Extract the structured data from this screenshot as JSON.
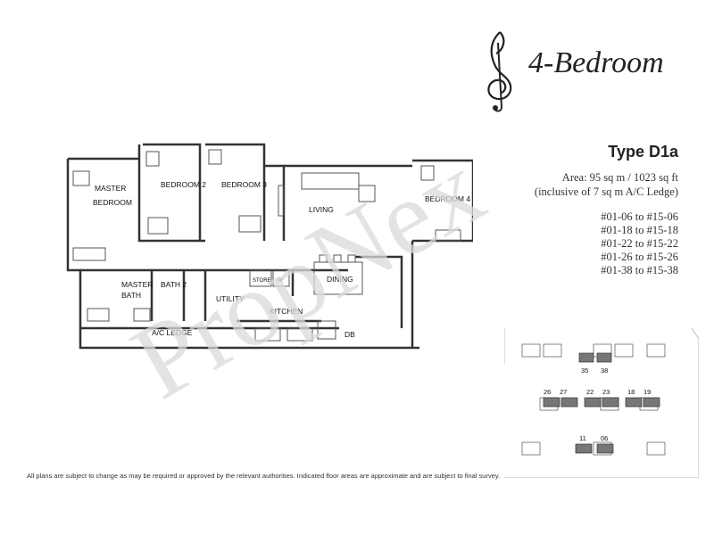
{
  "header": {
    "title": "4-Bedroom",
    "type_label": "Type D1a",
    "area_line1": "Area: 95 sq m / 1023 sq ft",
    "area_line2": "(inclusive of 7 sq m A/C Ledge)"
  },
  "units": [
    "#01-06 to #15-06",
    "#01-18 to #15-18",
    "#01-22 to #15-22",
    "#01-26 to #15-26",
    "#01-38 to #15-38"
  ],
  "rooms": {
    "master_bedroom_1": "MASTER",
    "master_bedroom_2": "BEDROOM",
    "bedroom2": "BEDROOM 2",
    "bedroom3": "BEDROOM 3",
    "living": "LIVING",
    "bedroom4": "BEDROOM 4",
    "master_bath_1": "MASTER",
    "master_bath_2": "BATH",
    "bath2": "BATH 2",
    "utility": "UTILITY",
    "store": "STORE",
    "w": "W",
    "dining": "DINING",
    "kitchen": "KITCHEN",
    "ac_ledge": "A/C LEDGE",
    "db": "DB"
  },
  "keyplan": {
    "labels": [
      "35",
      "38",
      "26",
      "27",
      "22",
      "23",
      "18",
      "19",
      "11",
      "06"
    ]
  },
  "watermark": "PropNex",
  "disclaimer": "All plans are subject to change as may be required or approved by the relevant authorities. Indicated floor areas are approximate and are subject to final survey.",
  "colors": {
    "wall": "#333333",
    "highlight": "#777777",
    "watermark": "#d9d9d9"
  }
}
